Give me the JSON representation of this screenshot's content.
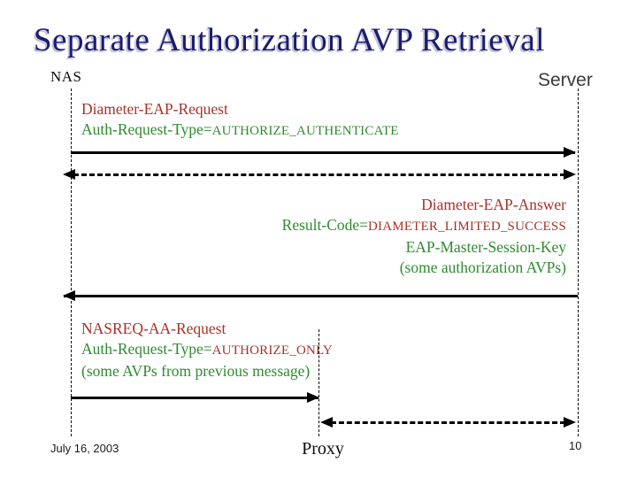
{
  "slide": {
    "title": "Separate Authorization AVP Retrieval",
    "date": "July 16, 2003",
    "page_number": "10"
  },
  "actors": {
    "nas": "NAS",
    "server": "Server",
    "proxy": "Proxy"
  },
  "messages": {
    "eap_request": {
      "title": "Diameter-EAP-Request",
      "attr_label": "Auth-Request-Type=",
      "attr_value": "AUTHORIZE_AUTHENTICATE"
    },
    "eap_answer": {
      "title": "Diameter-EAP-Answer",
      "attr_label": "Result-Code=",
      "attr_value": "DIAMETER_LIMITED_SUCCESS",
      "extra1": "EAP-Master-Session-Key",
      "extra2": "(some authorization AVPs)"
    },
    "nasreq_request": {
      "title": "NASREQ-AA-Request",
      "attr_label": "Auth-Request-Type=",
      "attr_value": "AUTHORIZE_ONLY",
      "extra1": "(some AVPs from previous message)"
    }
  },
  "colors": {
    "title_navy": "#1b1b70",
    "title_shadow": "#c4c4dc",
    "message_red": "#a93226",
    "message_green": "#2e8b2e",
    "diagram_black": "#000000",
    "server_gray": "#3a3a3a"
  }
}
